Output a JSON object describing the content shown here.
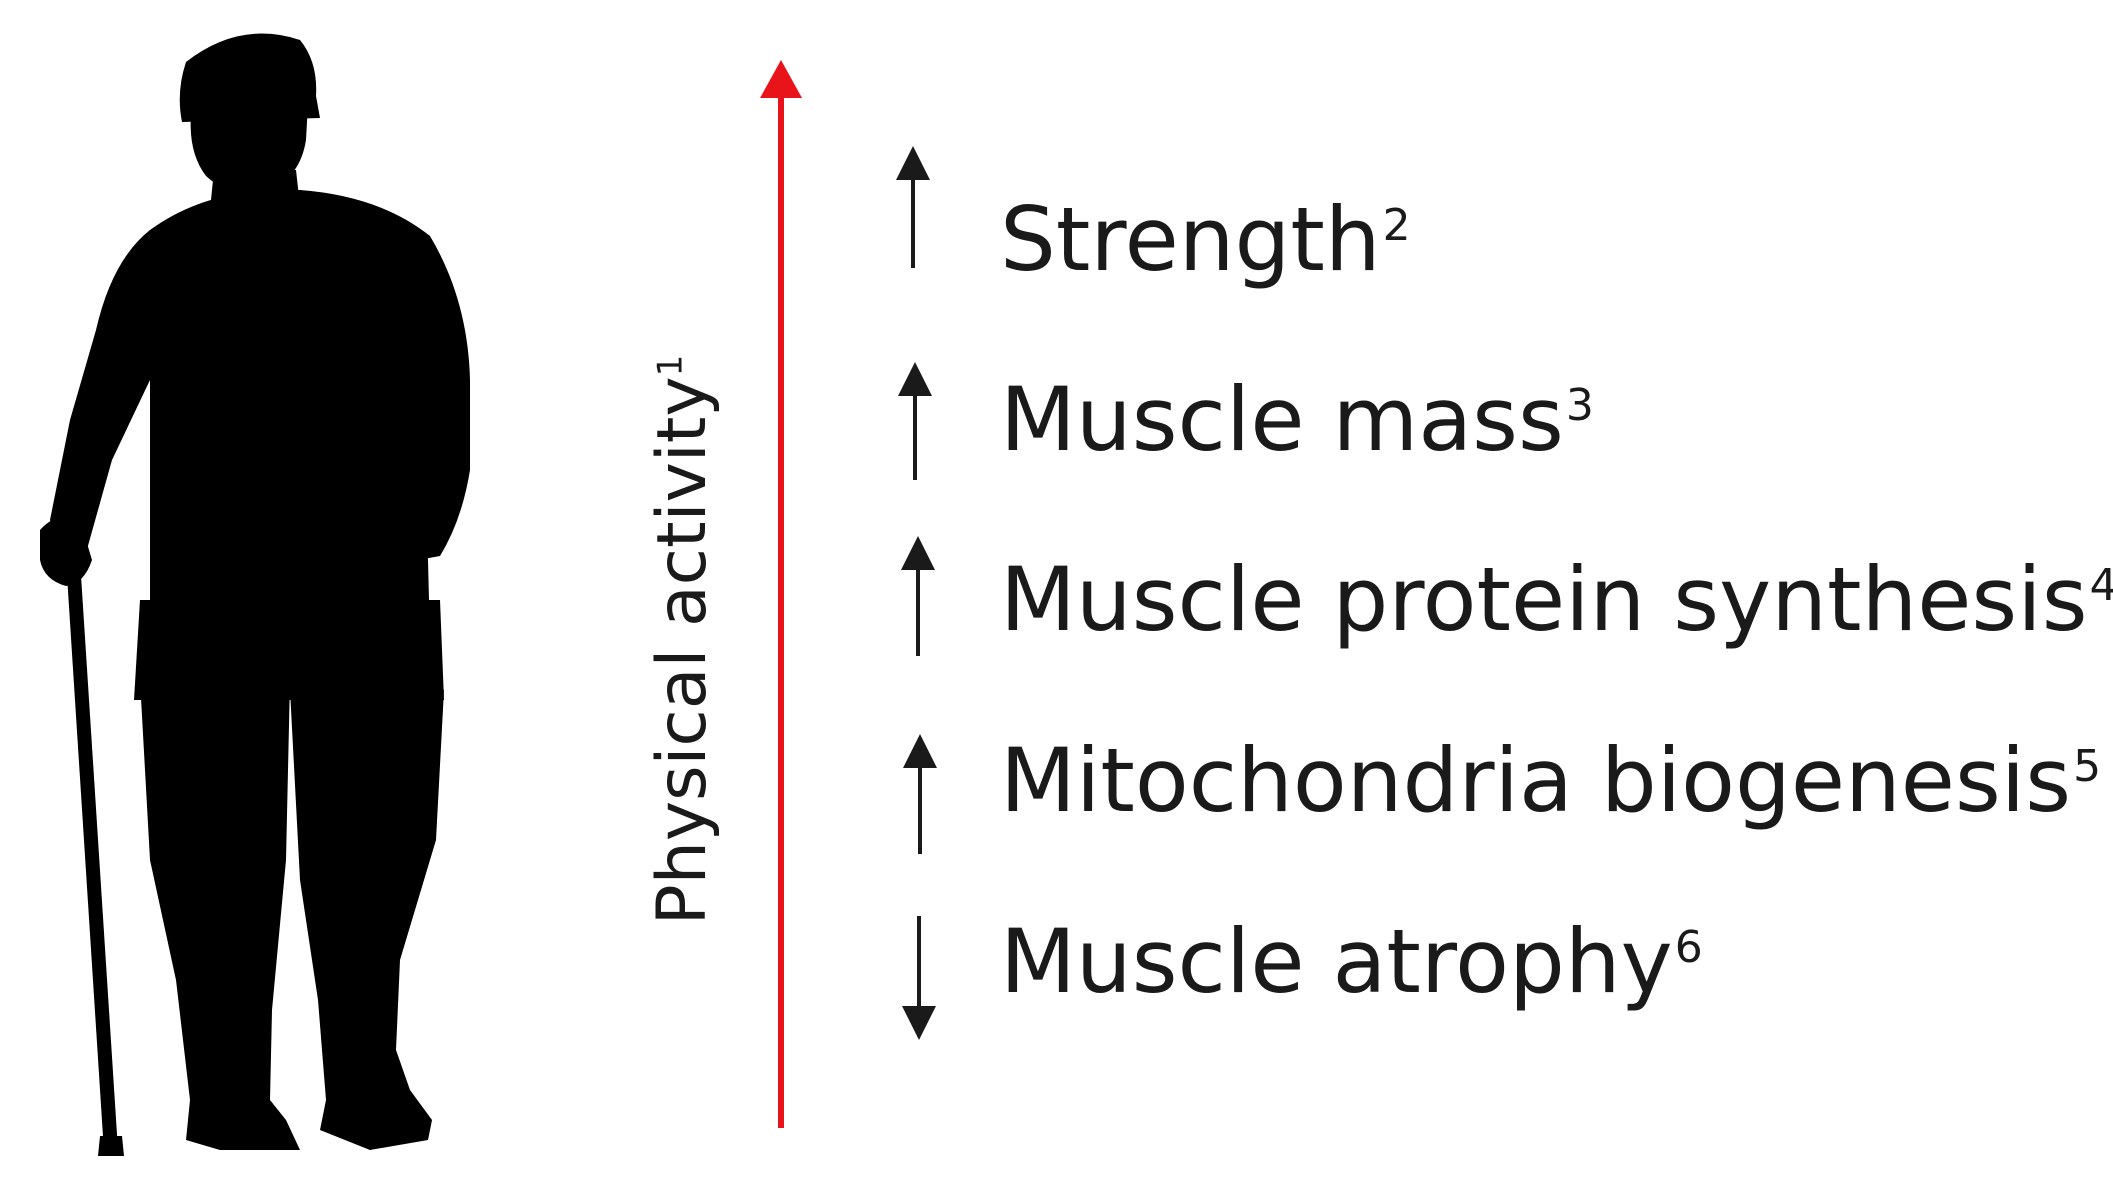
{
  "axis": {
    "label": "Physical activity",
    "ref": "1",
    "color": "#e8141a"
  },
  "effects": [
    {
      "label": "Strength",
      "ref": "2",
      "direction": "up"
    },
    {
      "label": "Muscle mass",
      "ref": "3",
      "direction": "up"
    },
    {
      "label": "Muscle protein synthesis",
      "ref": "4",
      "direction": "up"
    },
    {
      "label": "Mitochondria biogenesis",
      "ref": "5",
      "direction": "up"
    },
    {
      "label": "Muscle atrophy",
      "ref": "6",
      "direction": "down"
    }
  ],
  "figure": {
    "icon": "elderly-man-with-cane-icon"
  }
}
